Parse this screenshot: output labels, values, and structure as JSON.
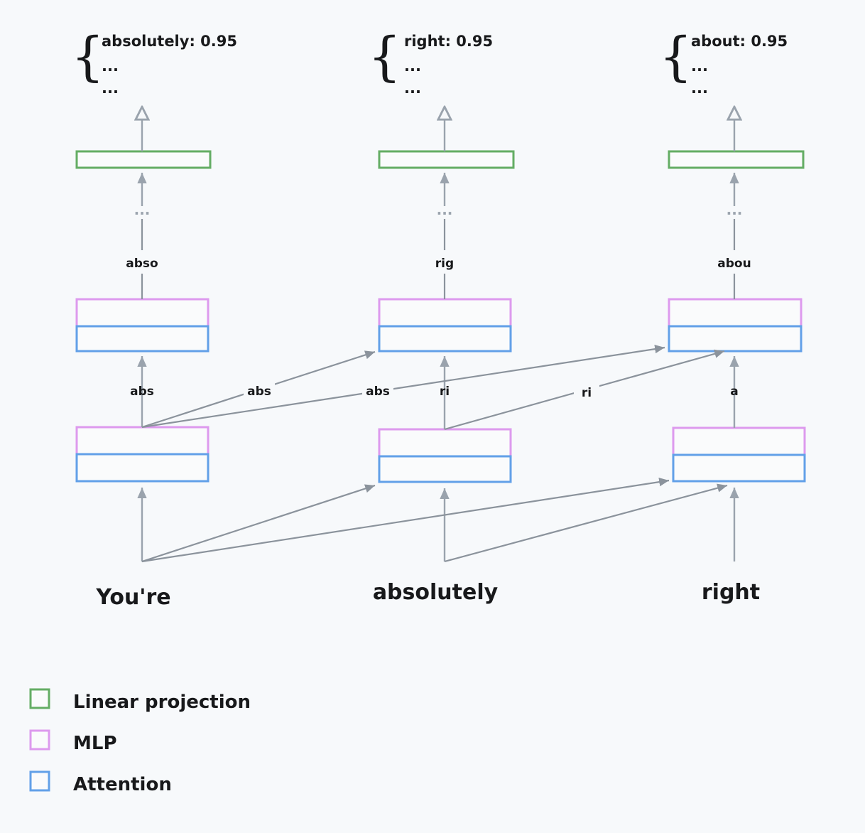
{
  "background_color": "#f7f9fb",
  "colors": {
    "linear_projection": "#64ad64",
    "mlp": "#dd9aee",
    "attention": "#62a0e8",
    "arrow": "#9aa3ad",
    "attention_arrow": "#8b939c",
    "text": "#18191b",
    "dots": "#9aa3ad"
  },
  "columns": [
    {
      "id": "col-1",
      "input_word": "You're",
      "distribution": {
        "brace": "{",
        "lines": [
          "absolutely: 0.95",
          "...",
          "..."
        ]
      },
      "vertical_labels": {
        "lower_to_upper": "abs",
        "upper_to_linear": "abso",
        "ellipsis": "..."
      }
    },
    {
      "id": "col-2",
      "input_word": "absolutely",
      "distribution": {
        "brace": "{",
        "lines": [
          "right: 0.95",
          "...",
          "..."
        ]
      },
      "vertical_labels": {
        "lower_to_upper": "ri",
        "upper_to_linear": "rig",
        "ellipsis": "..."
      }
    },
    {
      "id": "col-3",
      "input_word": "right",
      "distribution": {
        "brace": "{",
        "lines": [
          "about: 0.95",
          "...",
          "..."
        ]
      },
      "vertical_labels": {
        "lower_to_upper": "a",
        "upper_to_linear": "abou",
        "ellipsis": "..."
      }
    }
  ],
  "attention_edge_labels": {
    "upper_row": [
      "abs",
      "abs",
      "ri"
    ],
    "diagonal_upper_from_col1_to_col2": "abs",
    "diagonal_upper_from_col1_to_col3": "abs",
    "diagonal_upper_from_col2_to_col3": "ri"
  },
  "legend": {
    "items": [
      {
        "label": "Linear projection",
        "color": "#64ad64",
        "key": "linear-projection"
      },
      {
        "label": "MLP",
        "color": "#dd9aee",
        "key": "mlp"
      },
      {
        "label": "Attention",
        "color": "#62a0e8",
        "key": "attention"
      }
    ]
  }
}
